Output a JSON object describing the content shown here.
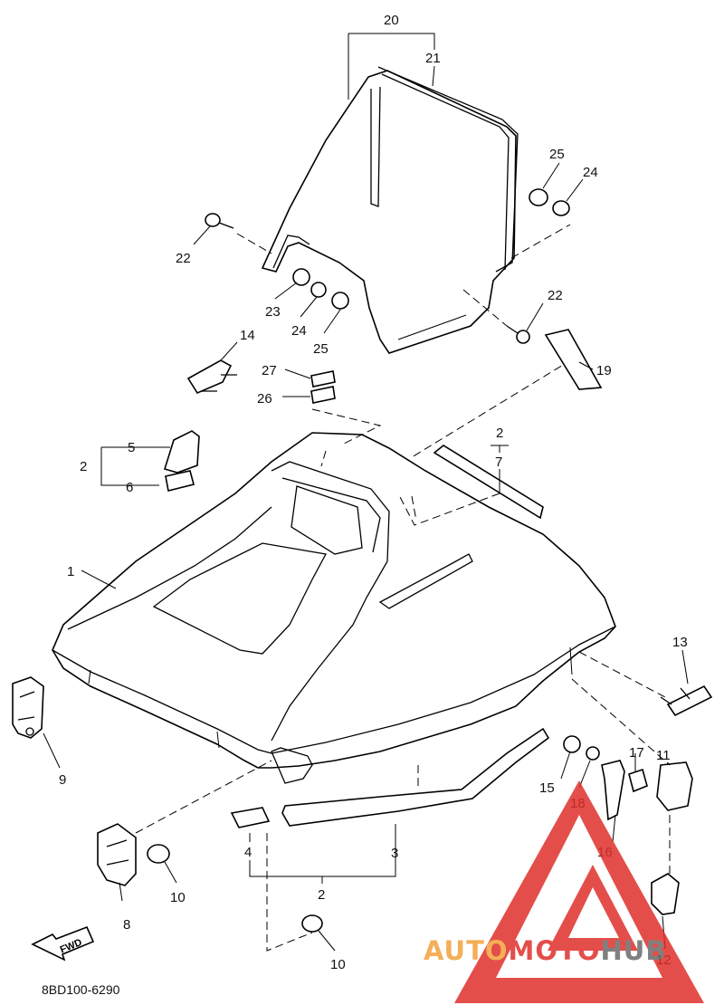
{
  "drawing_code": "8BD100-6290",
  "fwd_label": "FWD",
  "watermark": {
    "part1": "AUTO",
    "part2": "MOTO",
    "part3": "HUB",
    "color_orange": "#f3a23c",
    "color_red": "#e0302b",
    "color_gray": "#6b6b6b"
  },
  "callouts": {
    "c1": "1",
    "c2a": "2",
    "c2b": "2",
    "c2c": "2",
    "c3": "3",
    "c4": "4",
    "c5": "5",
    "c6": "6",
    "c7": "7",
    "c8": "8",
    "c9": "9",
    "c10a": "10",
    "c10b": "10",
    "c11": "11",
    "c12": "12",
    "c13": "13",
    "c14": "14",
    "c15": "15",
    "c16": "16",
    "c17": "17",
    "c18": "18",
    "c19": "19",
    "c20": "20",
    "c21": "21",
    "c22a": "22",
    "c22b": "22",
    "c23": "23",
    "c24a": "24",
    "c24b": "24",
    "c25a": "25",
    "c25b": "25",
    "c26": "26",
    "c27": "27"
  }
}
